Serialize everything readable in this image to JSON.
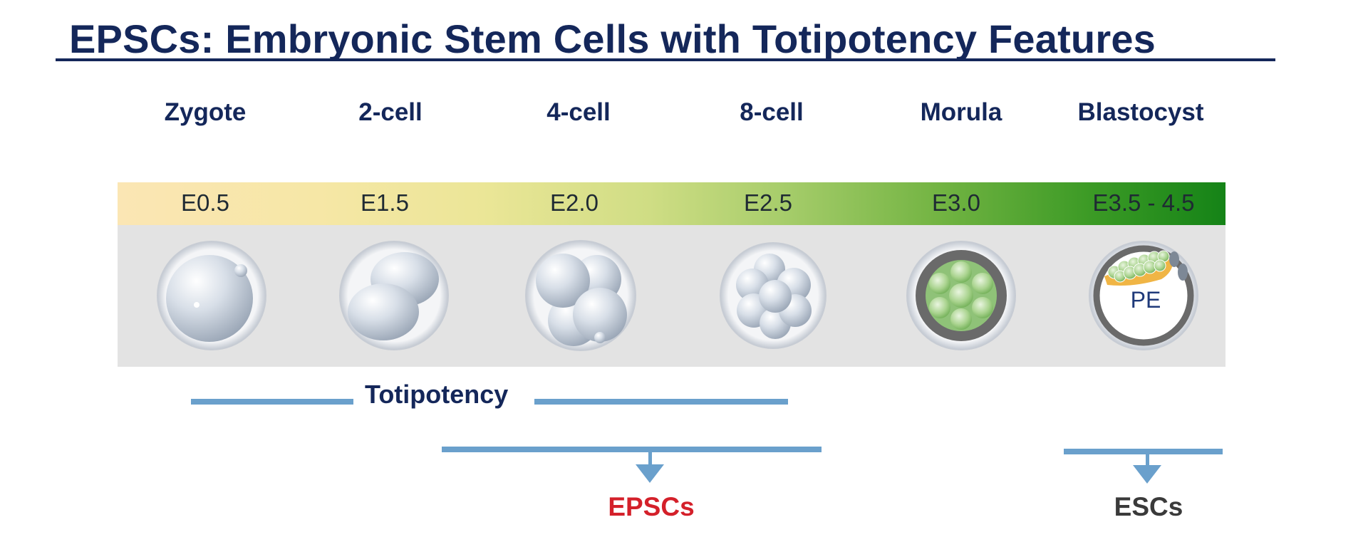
{
  "title": "EPSCs: Embryonic Stem Cells with Totipotency Features",
  "stages": [
    {
      "name": "Zygote",
      "day": "E0.5"
    },
    {
      "name": "2-cell",
      "day": "E1.5"
    },
    {
      "name": "4-cell",
      "day": "E2.0"
    },
    {
      "name": "8-cell",
      "day": "E2.5"
    },
    {
      "name": "Morula",
      "day": "E3.0"
    },
    {
      "name": "Blastocyst",
      "day": "E3.5 - 4.5"
    }
  ],
  "blastocyst_label": "PE",
  "totipotency_label": "Totipotency",
  "outputs": {
    "epscs": {
      "label": "EPSCs",
      "color": "#d4202a"
    },
    "escs": {
      "label": "ESCs",
      "color": "#3a3a3a"
    }
  },
  "colors": {
    "title": "#14275a",
    "bar": "#6aa0cc",
    "band_start": "#fbe6b4",
    "band_end": "#158317",
    "panel": "#e3e3e3"
  }
}
